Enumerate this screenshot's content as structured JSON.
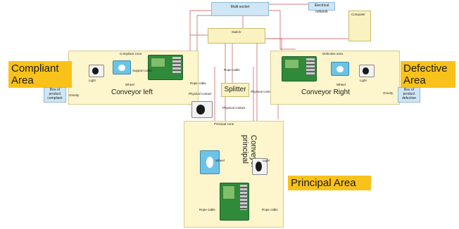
{
  "top": {
    "multi_socket": "Multi-socket",
    "electrical_network": "Electrical network",
    "computer": "Computer",
    "switch": "Switch"
  },
  "left": {
    "area_label": "Compliant Area",
    "area_label_line1": "Compliant",
    "area_label_line2": "Area",
    "compliant_zone": "Compliant zone",
    "support_cable": "Support cable",
    "light": "Light",
    "wheel": "Wheel",
    "conveyor": "Conveyor left",
    "box_line1": "Box of",
    "box_line2": "product",
    "box_line3": "compliant",
    "gravity": "Gravity",
    "rope_cable": "Rope cable",
    "physical_contact": "Physical contact"
  },
  "center": {
    "splitter": "Splitter",
    "physical_contact_top": "Physical contact",
    "physical_contact_right": "Physical contact",
    "rope_cable": "Rope cable"
  },
  "right": {
    "area_label_line1": "Defective",
    "area_label_line2": "Area",
    "defective_area": "Defective area",
    "wheel": "Wheel",
    "light": "Light",
    "conveyor": "Conveyor Right",
    "box_line1": "Box of",
    "box_line2": "product",
    "box_line3": "defective",
    "gravity": "Gravity"
  },
  "principal": {
    "zone": "Principal zone",
    "conveyor_line1": "Conveyor",
    "conveyor_line2": "principal",
    "wheel": "Wheel",
    "light": "Light",
    "rope_cable_left": "Rope cable",
    "rope_cable_right": "Rope cable",
    "area_label": "Principal Area"
  },
  "colors": {
    "area_fill": "#fdf5cc",
    "label_fill": "#f9c21a",
    "box_fill": "#cfe6f5",
    "wire_red": "#c0504d"
  },
  "icons": {
    "controller": "raspberry-pi-board-icon",
    "motor": "servo-motor-icon",
    "sensor": "light-sensor-icon"
  }
}
